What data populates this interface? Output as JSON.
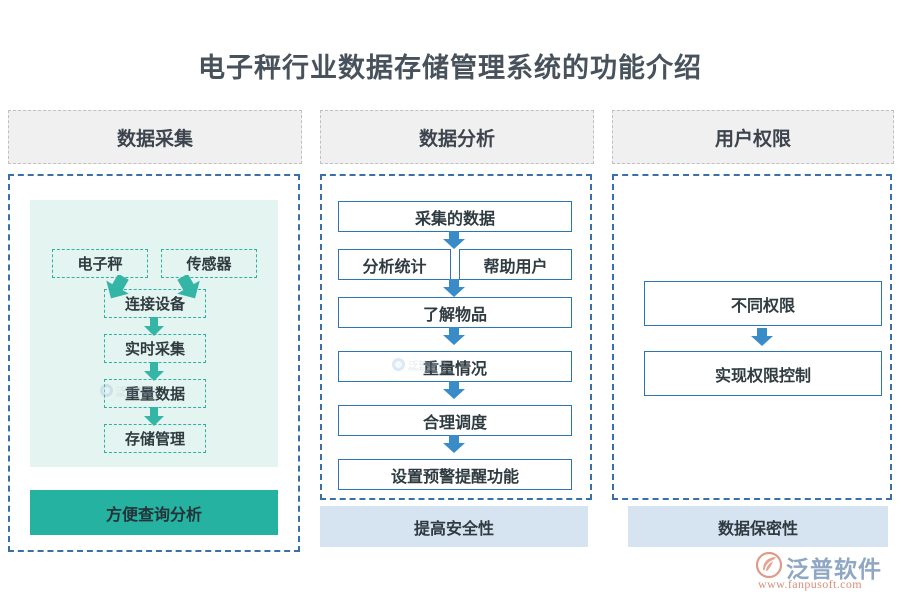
{
  "title": "电子秤行业数据存储管理系统的功能介绍",
  "columns": [
    {
      "header": "数据采集",
      "nodes": [
        {
          "label": "电子秤"
        },
        {
          "label": "传感器"
        },
        {
          "label": "连接设备"
        },
        {
          "label": "实时采集"
        },
        {
          "label": "重量数据"
        },
        {
          "label": "存储管理"
        }
      ],
      "cta": "方便查询分析"
    },
    {
      "header": "数据分析",
      "nodes": [
        {
          "label": "采集的数据"
        },
        {
          "label": "分析统计"
        },
        {
          "label": "帮助用户"
        },
        {
          "label": "了解物品"
        },
        {
          "label": "重量情况"
        },
        {
          "label": "合理调度"
        },
        {
          "label": "设置预警提醒功能"
        }
      ],
      "footer": "提高安全性"
    },
    {
      "header": "用户权限",
      "nodes": [
        {
          "label": "不同权限"
        },
        {
          "label": "实现权限控制"
        }
      ],
      "footer": "数据保密性"
    }
  ],
  "watermark": {
    "text": "泛普软件",
    "sub": "www.fanpusoft.com"
  },
  "brand": {
    "name": "泛普软件",
    "url": "www.fanpusoft.com"
  },
  "colors": {
    "teal": "#26b2a0",
    "teal_light": "#e4f4f0",
    "blue": "#2e75b6",
    "blue_light": "#d6e4f2",
    "header_gray": "#f0f0f0",
    "title": "#48525c",
    "brand_blue": "#8fa7c4",
    "brand_orange": "#d88f7a"
  }
}
